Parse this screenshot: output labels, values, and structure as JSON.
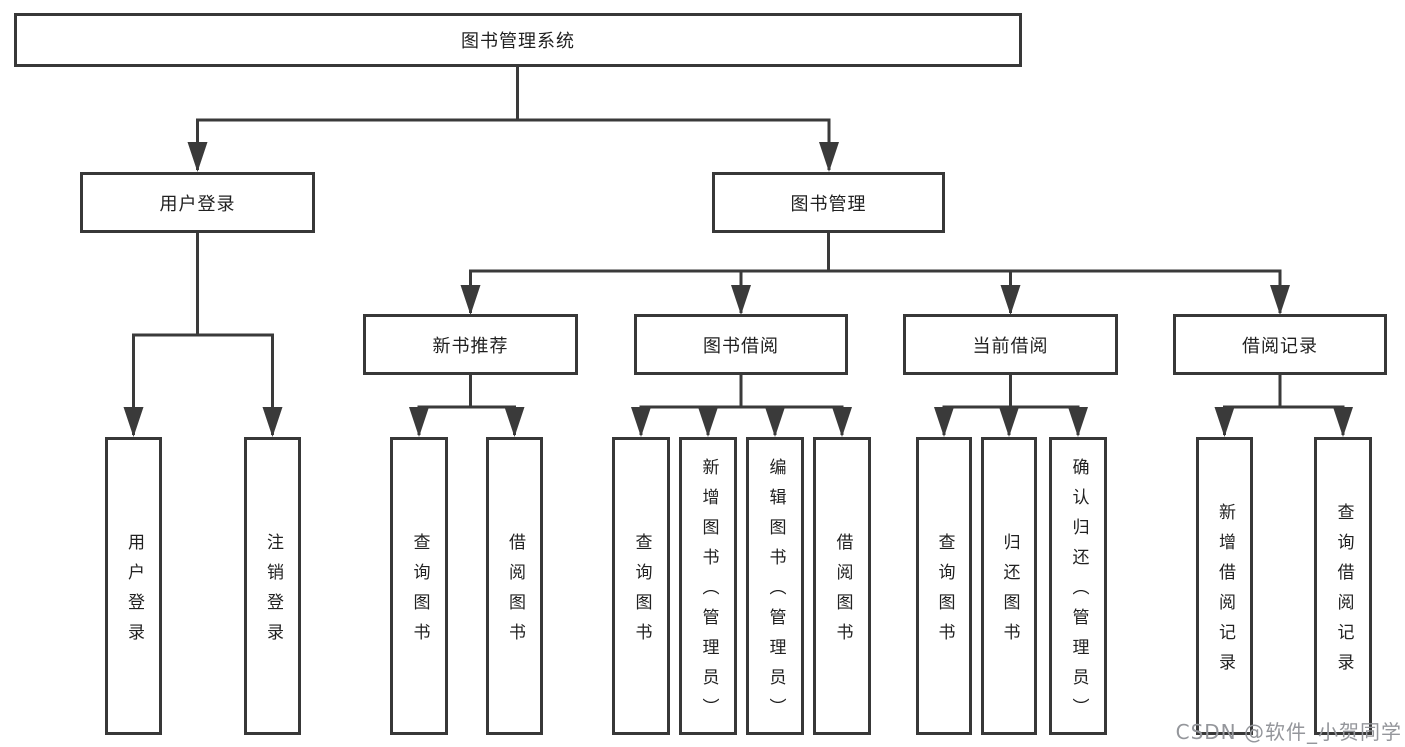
{
  "colors": {
    "line": "#3a3a3a",
    "border": "#383838",
    "text": "#212121",
    "background": "#ffffff",
    "watermark": "#94969b"
  },
  "root": {
    "label": "图书管理系统"
  },
  "level2": {
    "user_login": {
      "label": "用户登录"
    },
    "book_management": {
      "label": "图书管理"
    }
  },
  "level3": {
    "new_book": {
      "label": "新书推荐"
    },
    "borrow": {
      "label": "图书借阅"
    },
    "current": {
      "label": "当前借阅"
    },
    "records": {
      "label": "借阅记录"
    }
  },
  "leaves": {
    "user_login": [
      "用户登录",
      "注销登录"
    ],
    "new_book": [
      "查询图书",
      "借阅图书"
    ],
    "borrow": [
      "查询图书",
      "新增图书（管理员）",
      "编辑图书（管理员）",
      "借阅图书"
    ],
    "current": [
      "查询图书",
      "归还图书",
      "确认归还（管理员）"
    ],
    "records": [
      "新增借阅记录",
      "查询借阅记录"
    ]
  },
  "watermark": "CSDN @软件_小贺同学"
}
